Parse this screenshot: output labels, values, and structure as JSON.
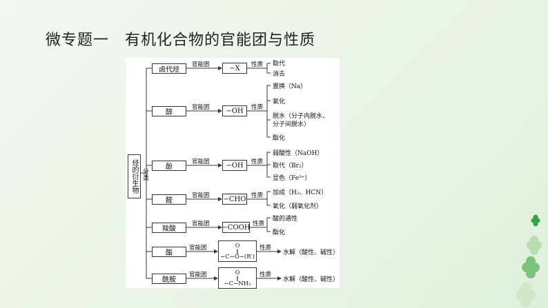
{
  "title": "微专题一　有机化合物的官能团与性质",
  "root": {
    "label": "烃的衍生物",
    "classify": "分类"
  },
  "edge_labels": {
    "functional_group": "官能团",
    "property": "性质"
  },
  "branches": [
    {
      "class": "卤代烃",
      "group": "−X",
      "properties": [
        "取代",
        "消去"
      ]
    },
    {
      "class": "醇",
      "group": "−OH",
      "properties": [
        "置换（Na）",
        "氧化",
        "脱水（分子内脱水、",
        "分子间脱水）",
        "酯化"
      ]
    },
    {
      "class": "酚",
      "group": "−OH",
      "properties": [
        "弱酸性（NaOH）",
        "取代（Br₂）",
        "显色（Fe³⁺）"
      ]
    },
    {
      "class": "醛",
      "group": "−CHO",
      "properties": [
        "加成（H₂、HCN）",
        "氧化（弱氧化剂）"
      ]
    },
    {
      "class": "羧酸",
      "group": "−COOH",
      "properties": [
        "酸的通性",
        "酯化"
      ]
    },
    {
      "class": "酯",
      "group_top": "O",
      "group_bond": "‖",
      "group": "−C−O−(R′)",
      "properties": [
        "水解（酸性、碱性）"
      ]
    },
    {
      "class": "酰胺",
      "group_top": "O",
      "group_bond": "‖",
      "group": "−C−NH₂",
      "properties": [
        "水解（酸性、碱性）"
      ]
    }
  ]
}
